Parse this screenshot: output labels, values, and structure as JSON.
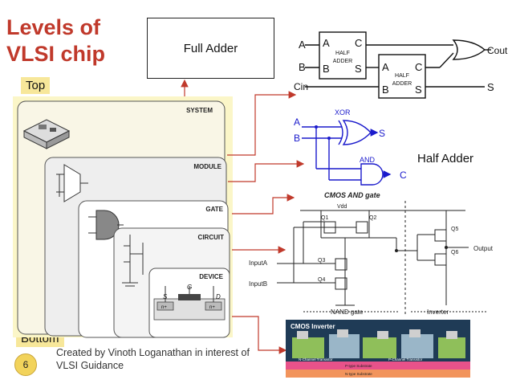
{
  "slide": {
    "title_line1": "Levels of",
    "title_line2": "VLSI chip",
    "top_label": "Top",
    "bottom_label": "Bottom",
    "page_number": "6",
    "credit_line1": "Created by Vinoth Loganathan in interest of",
    "credit_line2": "VLSI Guidance"
  },
  "hierarchy": {
    "system": "SYSTEM",
    "module": "MODULE",
    "gate": "GATE",
    "circuit": "CIRCUIT",
    "device": "DEVICE",
    "device_s": "S",
    "device_g": "G",
    "device_d": "D",
    "device_n1": "n+",
    "device_n2": "n+"
  },
  "full_adder": {
    "label": "Full Adder",
    "in_a": "A",
    "in_b": "B",
    "in_cin": "Cin",
    "ha1_a": "A",
    "ha1_b": "B",
    "ha1_c": "C",
    "ha1_s": "S",
    "ha1_name1": "HALF",
    "ha1_name2": "ADDER",
    "ha2_a": "A",
    "ha2_b": "B",
    "ha2_c": "C",
    "ha2_s": "S",
    "ha2_name1": "HALF",
    "ha2_name2": "ADDER",
    "out_cout": "Cout",
    "out_s": "S"
  },
  "half_adder": {
    "label": "Half Adder",
    "xor": "XOR",
    "and": "AND",
    "in_a": "A",
    "in_b": "B",
    "out_s": "S",
    "out_c": "C"
  },
  "cmos_and": {
    "title": "CMOS AND gate",
    "vdd": "Vdd",
    "q1": "Q1",
    "q2": "Q2",
    "q3": "Q3",
    "q4": "Q4",
    "q5": "Q5",
    "q6": "Q6",
    "input_a": "InputA",
    "input_b": "InputB",
    "output": "Output",
    "nand": "NAND gate",
    "inverter": "Inverter"
  },
  "cmos_inverter": {
    "title": "CMOS Inverter",
    "n_channel": "N-Channel Transistor",
    "p_channel": "P-Channel Transistor",
    "p_substrate": "P-type Substrate",
    "n_substrate": "N-type Substrate"
  },
  "colors": {
    "title_red": "#c0392b",
    "arrow_red": "#c0392b",
    "highlight_yellow": "#f7e79a",
    "hierarchy_bg": "#fbf6c8",
    "circuit_blue": "#1a1acc"
  }
}
